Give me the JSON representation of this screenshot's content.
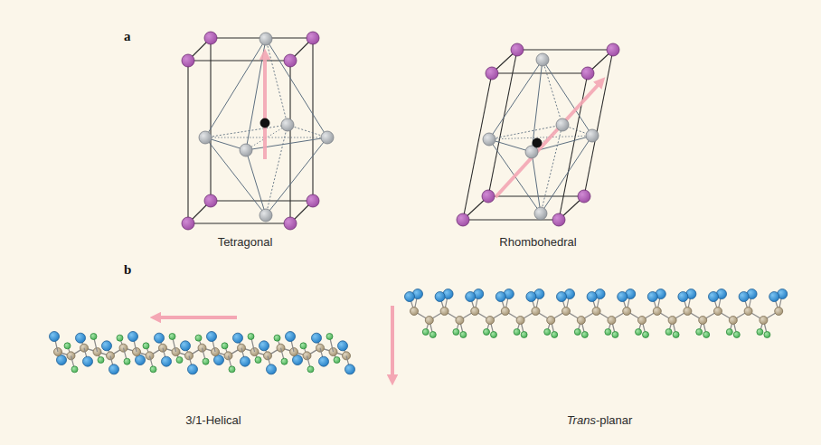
{
  "diagram": {
    "labels": [
      "a",
      "Tetragonal",
      "Rhombohedral",
      "b",
      "3/1-Helical",
      "Trans-planar"
    ]
  }
}
